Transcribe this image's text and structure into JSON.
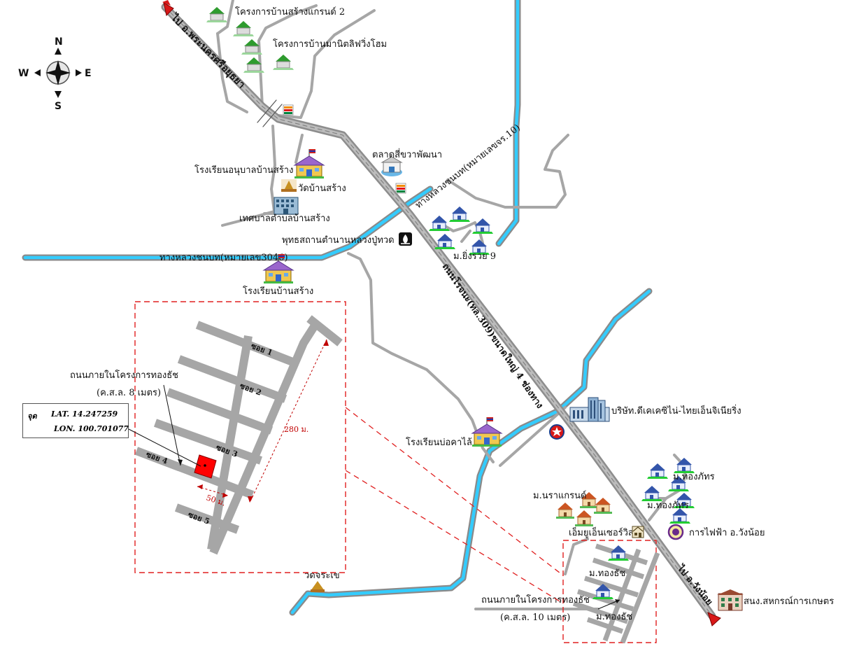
{
  "compass": {
    "n": "N",
    "s": "S",
    "e": "E",
    "w": "W"
  },
  "colors": {
    "road": "#a6a6a6",
    "water": "#33ccff",
    "dashed": "#e02020",
    "plot": "#ff0000",
    "arrow": "#c00000"
  },
  "roads": {
    "to_ayutthaya": "ไป อ.พระนครศรีอยุธยา",
    "to_wangnoi": "ไป อ.วังน้อย",
    "highway_3046": "ทางหลวงชนบท(หมายเลข3046)",
    "highway_10": "ทางหลวงชนบท(หมายเลขจร.10)",
    "main_road": "ถนนโรจนะ(ทล.309)ขนาดใหญ่ 4 ช่องทาง"
  },
  "places": {
    "grand2": "โครงการบ้านสร้างแกรนด์ 2",
    "manit": "โครงการบ้านมานิตลิฟวิ่งโฮม",
    "kindergarten": "โรงเรียนอนุบาลบ้านสร้าง",
    "wat": "วัดบ้านสร้าง",
    "municipality": "เทศบาลตำบลบ้านสร้าง",
    "market": "ตลาดสี่ขวาพัฒนา",
    "buddhist": "พุทธสถานตำนานหลวงปู่ทวด",
    "ying_ruay": "ม.ยิ่งรวย 9",
    "school_bansang": "โรงเรียนบ้านสร้าง",
    "company": "บริษัท.ดีเคเคซิไน่-ไทยเอ็นจิเนียริ่ง",
    "school_bokala": "โรงเรียนบ่อคาไล้",
    "thongphat1": "ม.ทองภัทร",
    "thongphat2": "ม.ทองภัทร",
    "naragrand": "ม.นราแกรนด์",
    "electricity": "การไฟฟ้า อ.วังน้อย",
    "mseservice": "เอ็มยูเอ็นเซอร์วิส",
    "wat_jorakhe": "วัดจระเข้",
    "thongthat1": "ม.ทองธัช",
    "thongthat2": "ม.ทองธัช",
    "coop": "สนง.สหกรณ์การเกษตร"
  },
  "inset": {
    "soi1": "ซอย 1",
    "soi2": "ซอย 2",
    "soi3": "ซอย 3",
    "soi4": "ซอย 4",
    "soi5": "ซอย 5",
    "road_note_1": "ถนนภายในโครงการทองธัช",
    "road_note_2": "(ค.ส.ล. 8 เมตร)",
    "dist_long": "280 ม.",
    "dist_short": "50 ม."
  },
  "coords": {
    "lat_label": "จุด",
    "lat": "LAT. 14.247259",
    "lon": "LON. 100.701077"
  },
  "bottom_note": {
    "line1": "ถนนภายในโครงการทองธัช",
    "line2": "(ค.ส.ล. 10 เมตร)"
  },
  "icons": {
    "seven_eleven": "seven-eleven-icon",
    "house": "house-icon",
    "school": "school-icon",
    "temple": "temple-icon",
    "office": "office-building-icon",
    "factory": "factory-icon",
    "market": "market-icon",
    "buddhist": "buddhist-site-icon",
    "electricity": "electricity-authority-icon",
    "gas": "gas-station-icon"
  }
}
